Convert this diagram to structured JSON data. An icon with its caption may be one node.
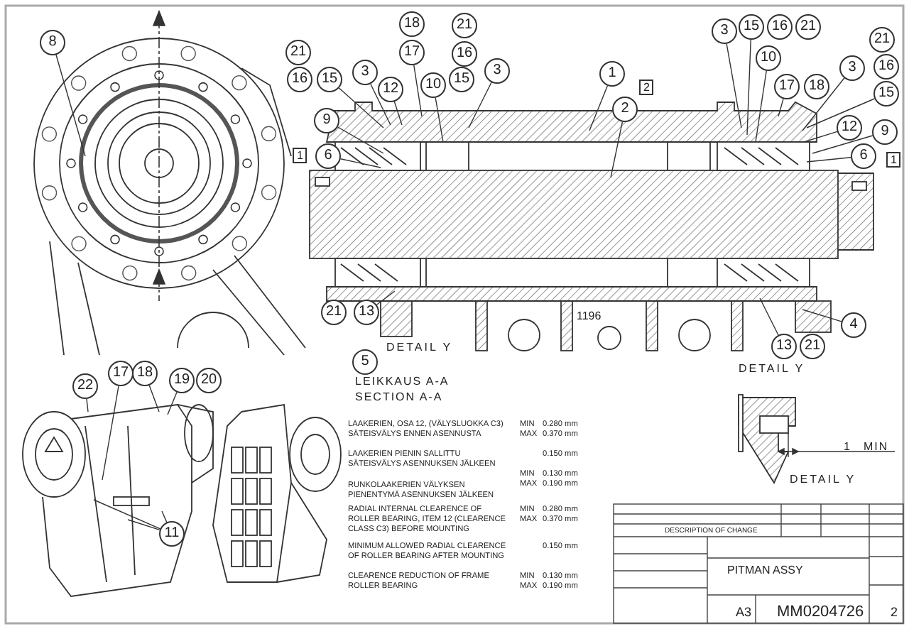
{
  "diagram": {
    "nodes": [
      {
        "text": [
          "8"
        ]
      },
      {
        "text": [
          "21"
        ]
      },
      {
        "text": [
          "16"
        ]
      },
      {
        "text": [
          "15"
        ]
      },
      {
        "text": [
          "3"
        ]
      },
      {
        "text": [
          "12"
        ]
      },
      {
        "text": [
          "18"
        ]
      },
      {
        "text": [
          "17"
        ]
      },
      {
        "text": [
          "10"
        ]
      },
      {
        "text": [
          "9"
        ]
      },
      {
        "text": [
          "6"
        ]
      },
      {
        "text": [
          "21"
        ]
      },
      {
        "text": [
          "13"
        ]
      },
      {
        "text": [
          "21"
        ]
      },
      {
        "text": [
          "16"
        ]
      },
      {
        "text": [
          "15"
        ]
      },
      {
        "text": [
          "3"
        ]
      },
      {
        "text": [
          "1"
        ]
      },
      {
        "text": [
          "2"
        ]
      },
      {
        "text": [
          "3"
        ]
      },
      {
        "text": [
          "15"
        ]
      },
      {
        "text": [
          "16"
        ]
      },
      {
        "text": [
          "21"
        ]
      },
      {
        "text": [
          "10"
        ]
      },
      {
        "text": [
          "17"
        ]
      },
      {
        "text": [
          "18"
        ]
      },
      {
        "text": [
          "21"
        ]
      },
      {
        "text": [
          "16"
        ]
      },
      {
        "text": [
          "15"
        ]
      },
      {
        "text": [
          "3"
        ]
      },
      {
        "text": [
          "12"
        ]
      },
      {
        "text": [
          "9"
        ]
      },
      {
        "text": [
          "6"
        ]
      },
      {
        "text": [
          "4"
        ]
      },
      {
        "text": [
          "13"
        ]
      },
      {
        "text": [
          "21"
        ]
      },
      {
        "text": [
          "5"
        ]
      },
      {
        "text": [
          "22"
        ]
      },
      {
        "text": [
          "17"
        ]
      },
      {
        "text": [
          "18"
        ]
      },
      {
        "text": [
          "19"
        ]
      },
      {
        "text": [
          "20"
        ]
      },
      {
        "text": [
          "11"
        ]
      }
    ],
    "edges": [
      {
        "from": 0,
        "to": null,
        "arrow": "none"
      },
      {
        "from": 3,
        "to": null,
        "arrow": "none"
      },
      {
        "from": 4,
        "to": null,
        "arrow": "none"
      },
      {
        "from": 5,
        "to": null,
        "arrow": "none"
      },
      {
        "from": 7,
        "to": null,
        "arrow": "none"
      },
      {
        "from": 8,
        "to": null,
        "arrow": "none"
      },
      {
        "from": 9,
        "to": null,
        "arrow": "none"
      },
      {
        "from": 10,
        "to": null,
        "arrow": "none"
      },
      {
        "from": 12,
        "to": null,
        "arrow": "none"
      },
      {
        "from": 16,
        "to": null,
        "arrow": "none"
      },
      {
        "from": 17,
        "to": null,
        "arrow": "none"
      },
      {
        "from": 18,
        "to": null,
        "arrow": "none"
      },
      {
        "from": 19,
        "to": null,
        "arrow": "none"
      },
      {
        "from": 20,
        "to": null,
        "arrow": "none"
      },
      {
        "from": 23,
        "to": null,
        "arrow": "none"
      },
      {
        "from": 24,
        "to": null,
        "arrow": "none"
      },
      {
        "from": 29,
        "to": null,
        "arrow": "none"
      },
      {
        "from": 28,
        "to": null,
        "arrow": "none"
      },
      {
        "from": 30,
        "to": null,
        "arrow": "none"
      },
      {
        "from": 31,
        "to": null,
        "arrow": "none"
      },
      {
        "from": 32,
        "to": null,
        "arrow": "none"
      },
      {
        "from": 33,
        "to": null,
        "arrow": "none"
      },
      {
        "from": 34,
        "to": null,
        "arrow": "none"
      },
      {
        "from": 37,
        "to": null,
        "arrow": "none"
      },
      {
        "from": 38,
        "to": null,
        "arrow": "none"
      },
      {
        "from": 39,
        "to": null,
        "arrow": "none"
      },
      {
        "from": 40,
        "to": null,
        "arrow": "none"
      },
      {
        "from": 42,
        "to": null,
        "arrow": "none"
      },
      {
        "from": 42,
        "to": null,
        "arrow": "none"
      },
      {
        "from": 42,
        "to": null,
        "arrow": "none"
      }
    ],
    "labels": [
      "1",
      "2",
      "1",
      "1196",
      "DETAIL Y",
      "DETAIL Y",
      "LEIKKAUS A-A",
      "SECTION A-A",
      "1",
      "MIN",
      "DETAIL Y",
      "LAAKERIEN, OSA 12, (VÄLYSLUOKKA C3) SÄTEISVÄLYS ENNEN ASENNUSTA",
      "MIN",
      "0.280 mm",
      "MAX",
      "0.370 mm",
      "LAAKERIEN PIENIN SALLITTU SÄTEISVÄLYS ASENNUKSEN JÄLKEEN",
      "0.150 mm",
      "MIN",
      "0.130 mm",
      "RUNKOLAAKERIEN VÄLYKSEN PIENENTYMÄ ASENNUKSEN JÄLKEEN",
      "MAX",
      "0.190 mm",
      "RADIAL INTERNAL CLEARENCE OF ROLLER BEARING, ITEM 12 (CLEARENCE CLASS C3) BEFORE MOUNTING",
      "MIN",
      "0.280 mm",
      "MAX",
      "0.370 mm",
      "MINIMUM ALLOWED RADIAL CLEARENCE OF ROLLER BEARING AFTER MOUNTING",
      "0.150 mm",
      "CLEARENCE REDUCTION OF FRAME ROLLER BEARING",
      "MIN",
      "0.130 mm",
      "MAX",
      "0.190 mm",
      "DESCRIPTION OF CHANGE",
      "PITMAN ASSY",
      "A3",
      "MM0204726",
      "2"
    ]
  }
}
